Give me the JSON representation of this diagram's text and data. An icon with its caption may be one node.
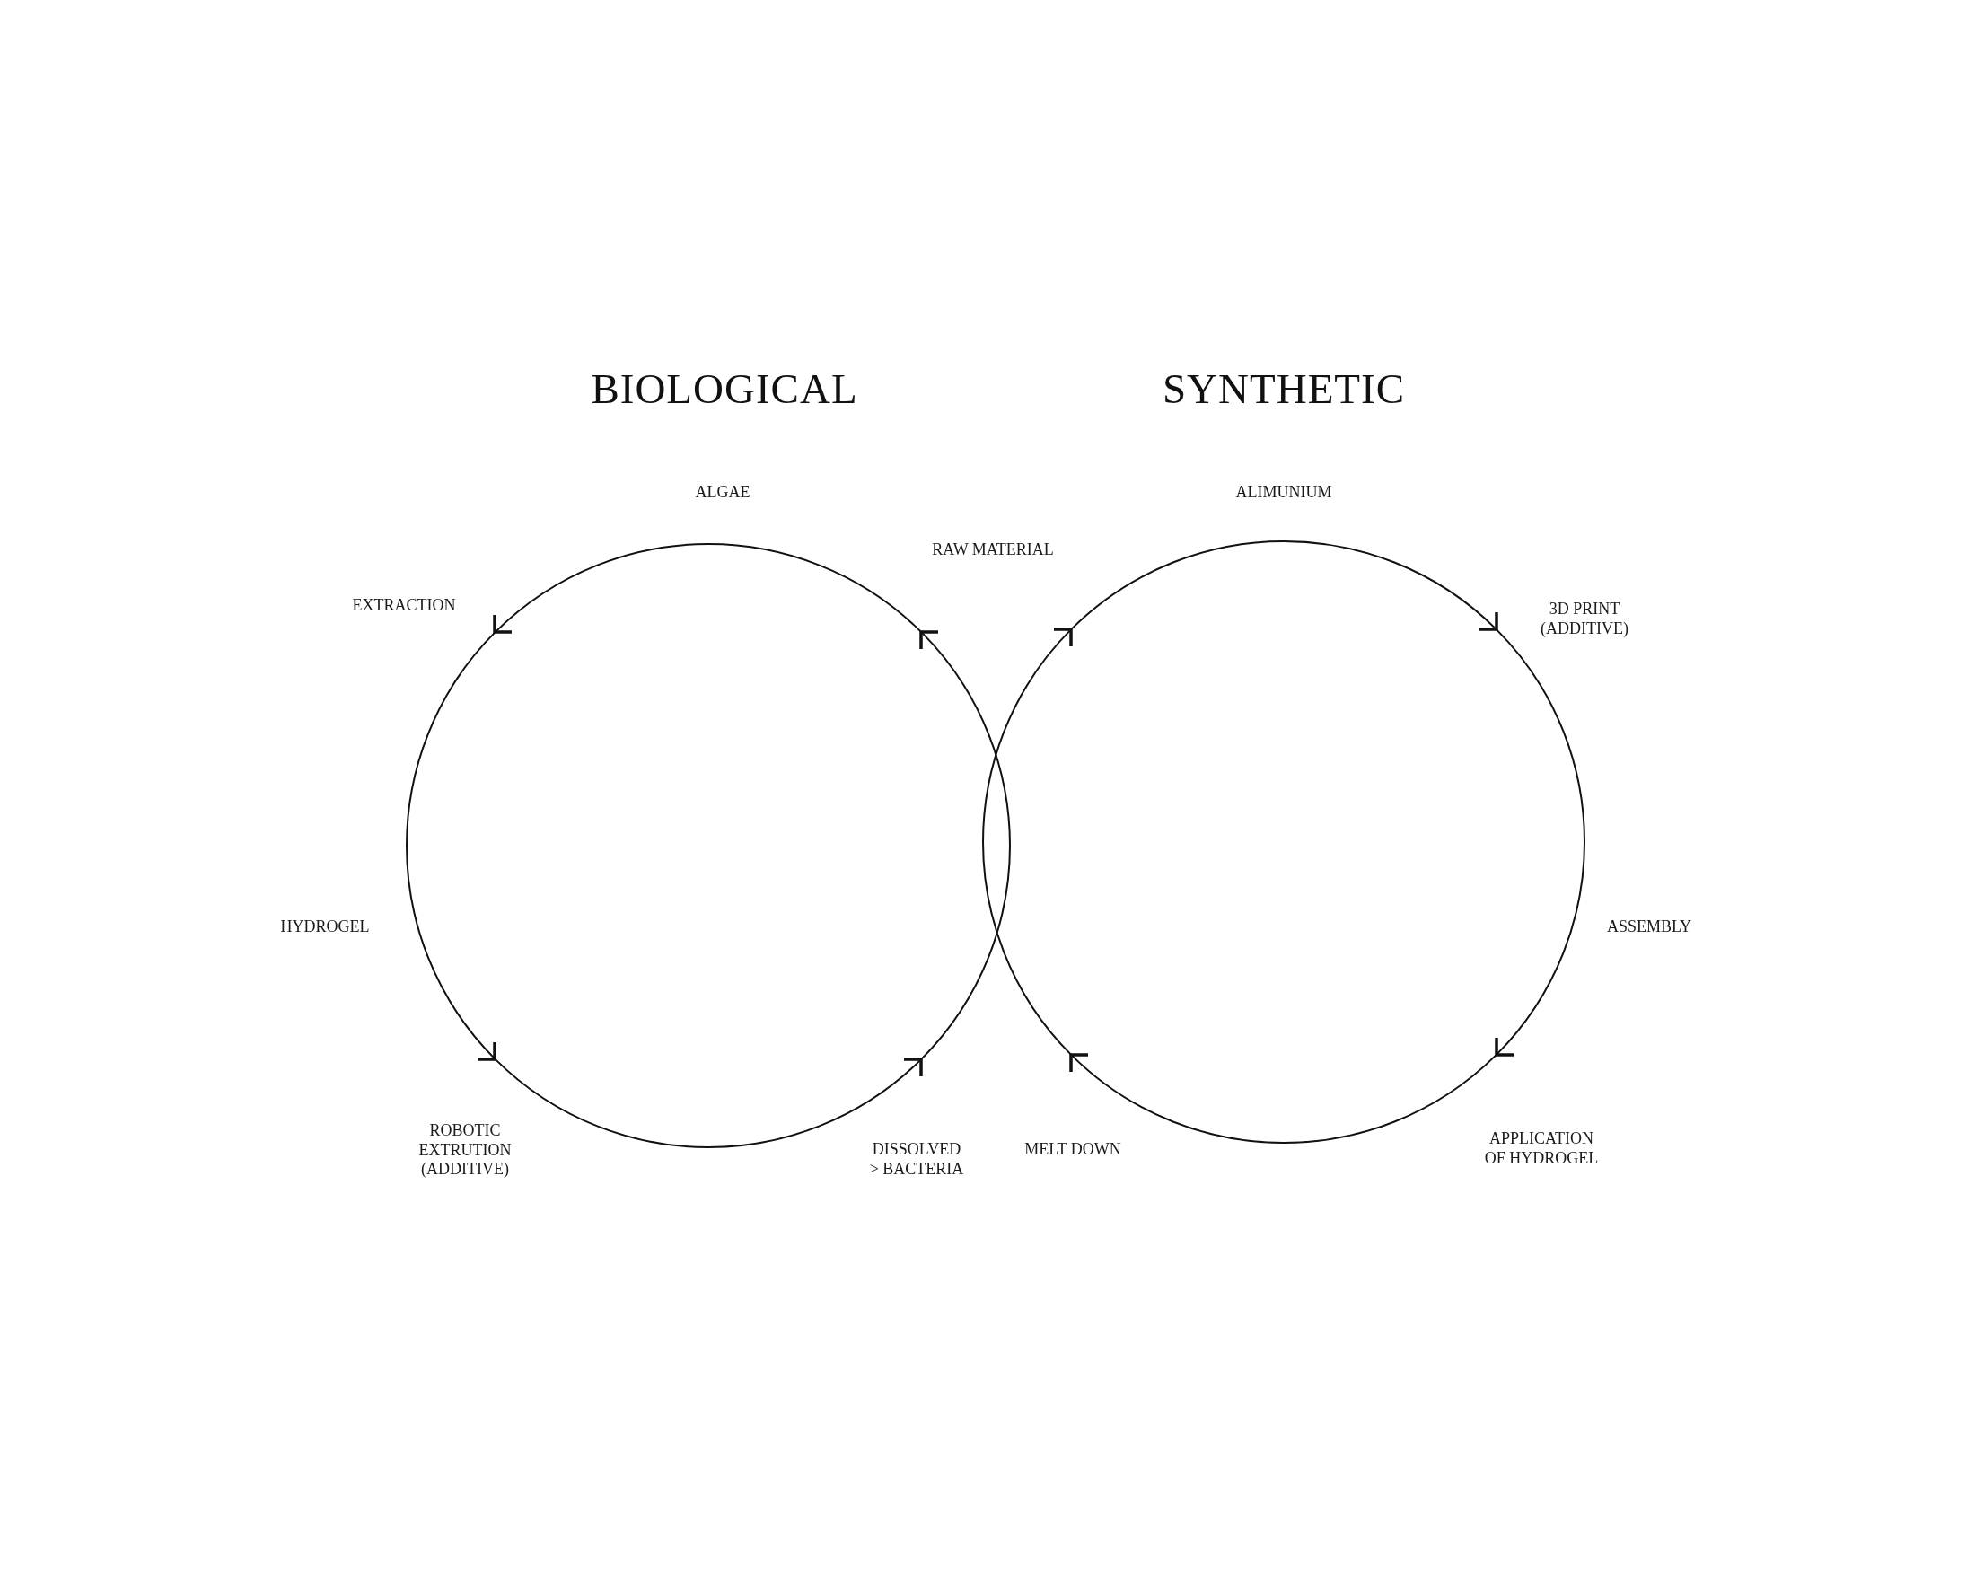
{
  "diagram": {
    "nodes": [
      {
        "text": [
          "BIOLOGICAL"
        ],
        "beside": [
          "ALGAE",
          "EXTRACTION",
          "HYDROGEL",
          "ROBOTIC EXTRUTION (ADDITIVE)",
          "DISSOLVED > BACTERIA"
        ]
      },
      {
        "text": [
          "SYNTHETIC"
        ],
        "beside": [
          "ALIMUNIUM",
          "3D PRINT (ADDITIVE)",
          "ASSEMBLY",
          "APPLICATION OF HYDROGEL",
          "MELT DOWN"
        ]
      }
    ],
    "labels": [
      "RAW MATERIAL"
    ]
  }
}
